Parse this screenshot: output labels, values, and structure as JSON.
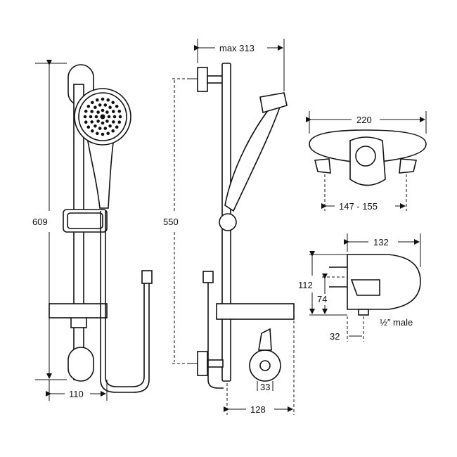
{
  "dimensions": {
    "rail_total_height": "609",
    "rail_base_width": "110",
    "bracket_spacing": "550",
    "max_projection": "max 313",
    "rail_depth": "128",
    "hose_outlet": "33",
    "valve_width": "220",
    "valve_centres": "147 - 155",
    "valve_depth": "132",
    "valve_height": "112",
    "valve_mid_height": "74",
    "outlet_offset": "32",
    "inlet_size": "½″ male"
  }
}
